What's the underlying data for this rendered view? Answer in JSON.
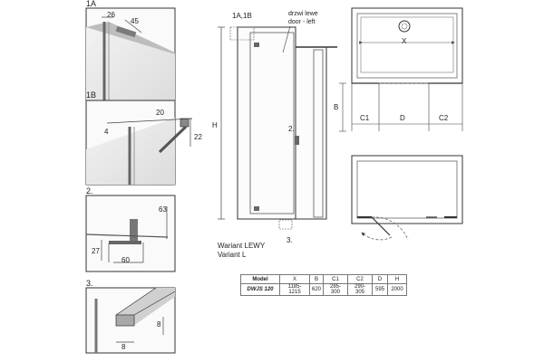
{
  "details": {
    "d1a": {
      "label": "1A",
      "dim_top": "26",
      "dim_side": "45"
    },
    "d1b": {
      "label": "1B",
      "dim_top": "20",
      "dim_left": "4",
      "dim_right": "22"
    },
    "d2": {
      "label": "2.",
      "dim_right": "63",
      "dim_left": "27",
      "dim_bottom": "60"
    },
    "d3": {
      "label": "3.",
      "dim_right": "8",
      "dim_bottom": "8"
    }
  },
  "front": {
    "ref_top": "1A,1B",
    "door_note_line1": "drzwi lewe",
    "door_note_line2": "door - left",
    "height_label": "H",
    "ref_mid": "2.",
    "ref_bottom": "3.",
    "variant_line1": "Wariant LEWY",
    "variant_line2": "Variant L"
  },
  "plan": {
    "x_label": "X",
    "b_label": "B",
    "c1_label": "C1",
    "d_label": "D",
    "c2_label": "C2"
  },
  "spec_table": {
    "headers": [
      "Model",
      "X",
      "B",
      "C1",
      "C2",
      "D",
      "H"
    ],
    "rows": [
      [
        "DWJS 120",
        "1185-1215",
        "620",
        "285-300",
        "290-305",
        "595",
        "2000"
      ]
    ]
  }
}
